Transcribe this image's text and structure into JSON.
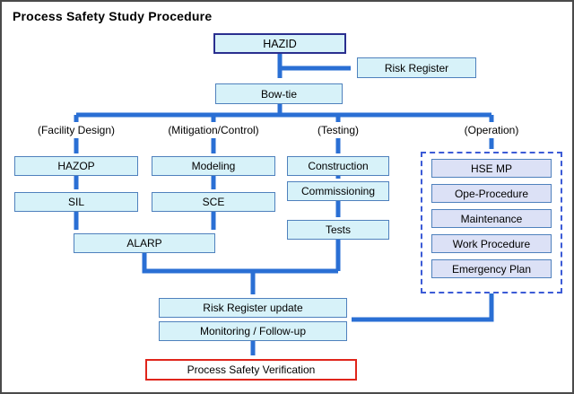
{
  "title": "Process Safety Study Procedure",
  "colors": {
    "arrow_blue": "#2a6fd4",
    "box_fill": "#d7f2f9",
    "box_border": "#4f81bd",
    "hazid_border": "#2a2f8f",
    "operation_box_fill": "#dce1f6",
    "dashed_border": "#3c5bd6",
    "verification_border": "#e0251b"
  },
  "columns": {
    "facility": "(Facility Design)",
    "mitigation": "(Mitigation/Control)",
    "testing": "(Testing)",
    "operation": "(Operation)"
  },
  "nodes": {
    "hazid": "HAZID",
    "risk_register": "Risk Register",
    "bowtie": "Bow-tie",
    "hazop": "HAZOP",
    "sil": "SIL",
    "modeling": "Modeling",
    "sce": "SCE",
    "alarp": "ALARP",
    "construction": "Construction",
    "commissioning": "Commissioning",
    "tests": "Tests",
    "hse_mp": "HSE MP",
    "ope_procedure": "Ope-Procedure",
    "maintenance": "Maintenance",
    "work_procedure": "Work Procedure",
    "emergency_plan": "Emergency Plan",
    "risk_register_update": "Risk Register update",
    "monitoring": "Monitoring / Follow-up",
    "verification": "Process Safety Verification"
  }
}
